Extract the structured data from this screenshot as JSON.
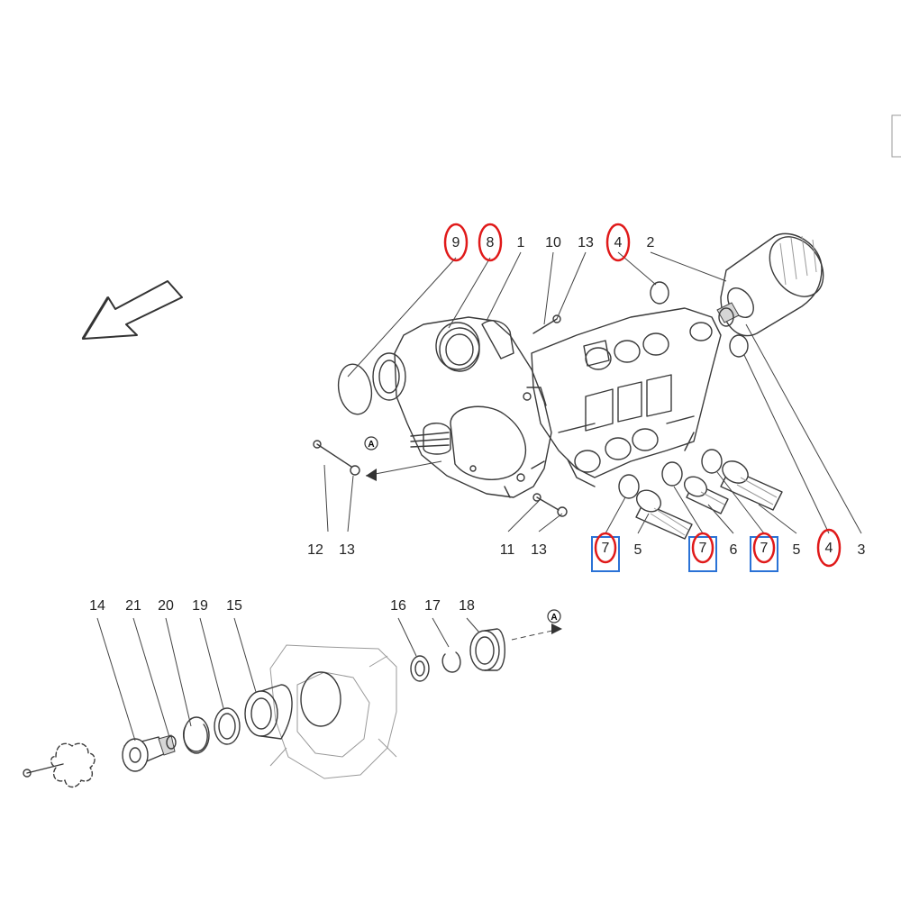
{
  "colors": {
    "red_highlight": "#e01a1a",
    "blue_highlight": "#2a72d6",
    "line": "#3a3a3a",
    "text": "#222222"
  },
  "view_marker": "A",
  "callouts": [
    {
      "label": "9",
      "highlight": "red-circle"
    },
    {
      "label": "8",
      "highlight": "red-circle"
    },
    {
      "label": "1",
      "highlight": "none"
    },
    {
      "label": "10",
      "highlight": "none"
    },
    {
      "label": "13",
      "highlight": "none"
    },
    {
      "label": "4",
      "highlight": "red-circle"
    },
    {
      "label": "2",
      "highlight": "none"
    },
    {
      "label": "12",
      "highlight": "none"
    },
    {
      "label": "13",
      "highlight": "none"
    },
    {
      "label": "11",
      "highlight": "none"
    },
    {
      "label": "13",
      "highlight": "none"
    },
    {
      "label": "7",
      "highlight": "red-circle-blue-box"
    },
    {
      "label": "5",
      "highlight": "none"
    },
    {
      "label": "7",
      "highlight": "red-circle-blue-box"
    },
    {
      "label": "6",
      "highlight": "none"
    },
    {
      "label": "7",
      "highlight": "red-circle-blue-box"
    },
    {
      "label": "5",
      "highlight": "none"
    },
    {
      "label": "4",
      "highlight": "red-circle"
    },
    {
      "label": "3",
      "highlight": "none"
    },
    {
      "label": "14",
      "highlight": "none"
    },
    {
      "label": "21",
      "highlight": "none"
    },
    {
      "label": "20",
      "highlight": "none"
    },
    {
      "label": "19",
      "highlight": "none"
    },
    {
      "label": "15",
      "highlight": "none"
    },
    {
      "label": "16",
      "highlight": "none"
    },
    {
      "label": "17",
      "highlight": "none"
    },
    {
      "label": "18",
      "highlight": "none"
    }
  ]
}
